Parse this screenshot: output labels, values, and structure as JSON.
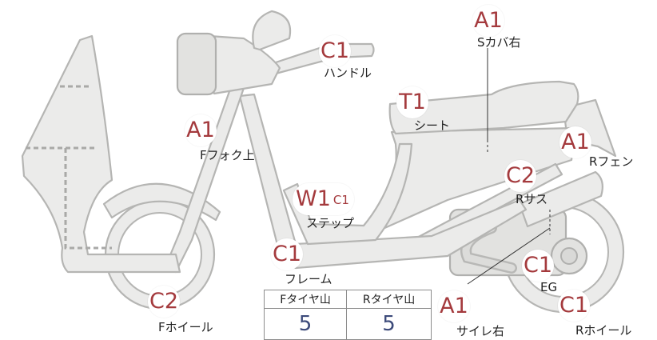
{
  "parts": [
    {
      "id": "s-cover-right",
      "grade": "A1",
      "label": "Sカバ右"
    },
    {
      "id": "handle",
      "grade": "C1",
      "label": "ハンドル"
    },
    {
      "id": "seat",
      "grade": "T1",
      "label": "シート"
    },
    {
      "id": "f-fork-upper",
      "grade": "A1",
      "label": "Fフォク上"
    },
    {
      "id": "r-fender",
      "grade": "A1",
      "label": "Rフェン"
    },
    {
      "id": "r-suspension",
      "grade": "C2",
      "label": "Rサス"
    },
    {
      "id": "step",
      "grade": "W1",
      "grade_sub": "C1",
      "label": "ステップ"
    },
    {
      "id": "frame",
      "grade": "C1",
      "label": "フレーム"
    },
    {
      "id": "engine",
      "grade": "C1",
      "label": "EG"
    },
    {
      "id": "f-wheel",
      "grade": "C2",
      "label": "Fホイール"
    },
    {
      "id": "silencer-right",
      "grade": "A1",
      "label": "サイレ右"
    },
    {
      "id": "r-wheel",
      "grade": "C1",
      "label": "Rホイール"
    }
  ],
  "tread": {
    "front_label": "Fタイヤ山",
    "rear_label": "Rタイヤ山",
    "front_value": "5",
    "rear_value": "5"
  },
  "colors": {
    "grade_text": "#a43a3d",
    "tread_value": "#3c4a7a",
    "part_fill": "#ebebea",
    "part_stroke": "#b5b5b3"
  }
}
